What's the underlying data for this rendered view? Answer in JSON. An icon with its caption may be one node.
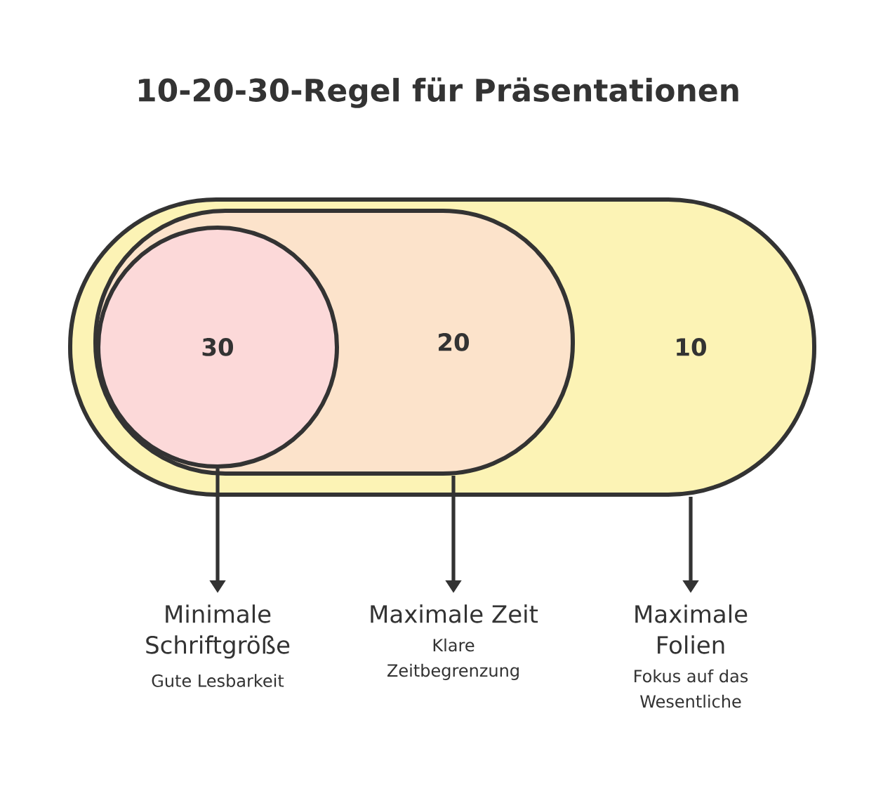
{
  "diagram": {
    "title": "10-20-30-Regel für Präsentationen",
    "nodes": [
      {
        "text": [
          "10"
        ]
      },
      {
        "text": [
          "20"
        ],
        "in": 0
      },
      {
        "text": [
          "30"
        ],
        "in": 1
      },
      {
        "text": [
          "Minimale Schriftgröße",
          "Gute Lesbarkeit"
        ]
      },
      {
        "text": [
          "Maximale Zeit",
          "Klare Zeitbegrenzung"
        ]
      },
      {
        "text": [
          "Maximale Folien",
          "Fokus auf das Wesentliche"
        ]
      }
    ],
    "edges": [
      {
        "from": 2,
        "to": 3,
        "arrow": "to"
      },
      {
        "from": 1,
        "to": 4,
        "arrow": "to"
      },
      {
        "from": 0,
        "to": 5,
        "arrow": "to"
      }
    ]
  }
}
